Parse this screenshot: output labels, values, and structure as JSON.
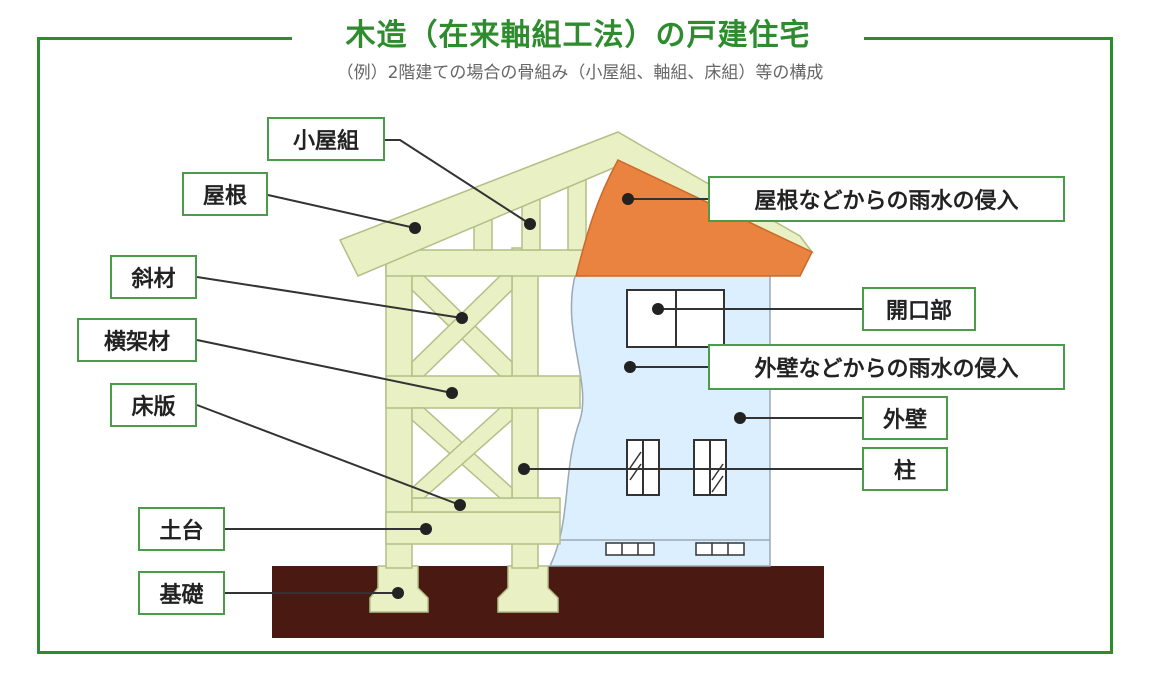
{
  "title": "木造（在来軸組工法）の戸建住宅",
  "subtitle": "（例）2階建ての場合の骨組み（小屋組、軸組、床組）等の構成",
  "labels": {
    "koyagumi": "小屋組",
    "yane": "屋根",
    "shazai": "斜材",
    "oukazai": "横架材",
    "yukaita": "床版",
    "dodai": "土台",
    "kiso": "基礎",
    "roof_leak": "屋根などからの雨水の侵入",
    "opening": "開口部",
    "wall_leak": "外壁などからの雨水の侵入",
    "gaiheki": "外壁",
    "hashira": "柱"
  },
  "colors": {
    "accent": "#2e8b2e",
    "timber": "#e8f0c4",
    "timber_edge": "#b3bf86",
    "roof_highlight": "#e9833f",
    "wall": "#dcefff",
    "ground": "#4a1a12"
  }
}
